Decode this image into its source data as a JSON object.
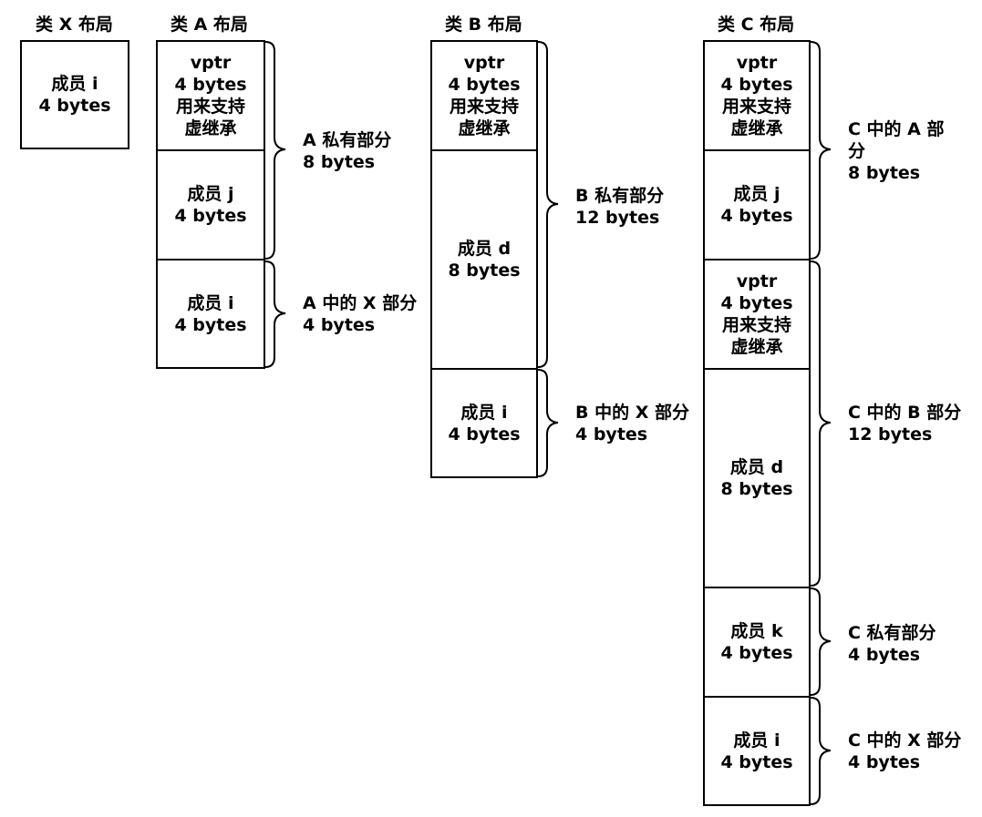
{
  "layouts": {
    "x": {
      "title": "类 X 布局",
      "cells": [
        {
          "lines": [
            "成员 i",
            "4 bytes"
          ]
        }
      ]
    },
    "a": {
      "title": "类 A 布局",
      "cells": [
        {
          "lines": [
            "vptr",
            "4 bytes",
            "用来支持",
            "虚继承"
          ]
        },
        {
          "lines": [
            "成员 j",
            "4 bytes"
          ]
        },
        {
          "lines": [
            "成员 i",
            "4 bytes"
          ]
        }
      ],
      "parts": [
        {
          "lines": [
            "A 私有部分",
            "8 bytes"
          ]
        },
        {
          "lines": [
            "A 中的 X 部分",
            "4 bytes"
          ]
        }
      ]
    },
    "b": {
      "title": "类 B 布局",
      "cells": [
        {
          "lines": [
            "vptr",
            "4 bytes",
            "用来支持",
            "虚继承"
          ]
        },
        {
          "lines": [
            "成员 d",
            "8 bytes"
          ]
        },
        {
          "lines": [
            "成员 i",
            "4 bytes"
          ]
        }
      ],
      "parts": [
        {
          "lines": [
            "B 私有部分",
            "12 bytes"
          ]
        },
        {
          "lines": [
            "B 中的 X 部分",
            "4 bytes"
          ]
        }
      ]
    },
    "c": {
      "title": "类 C 布局",
      "cells": [
        {
          "lines": [
            "vptr",
            "4 bytes",
            "用来支持",
            "虚继承"
          ]
        },
        {
          "lines": [
            "成员 j",
            "4 bytes"
          ]
        },
        {
          "lines": [
            "vptr",
            "4 bytes",
            "用来支持",
            "虚继承"
          ]
        },
        {
          "lines": [
            "成员 d",
            "8 bytes"
          ]
        },
        {
          "lines": [
            "成员 k",
            "4 bytes"
          ]
        },
        {
          "lines": [
            "成员 i",
            "4 bytes"
          ]
        }
      ],
      "parts": [
        {
          "lines": [
            "C 中的 A 部",
            "分",
            "8 bytes"
          ]
        },
        {
          "lines": [
            "C 中的 B 部分",
            "12 bytes"
          ]
        },
        {
          "lines": [
            "C 私有部分",
            "4 bytes"
          ]
        },
        {
          "lines": [
            "C 中的 X 部分",
            "4 bytes"
          ]
        }
      ]
    }
  }
}
